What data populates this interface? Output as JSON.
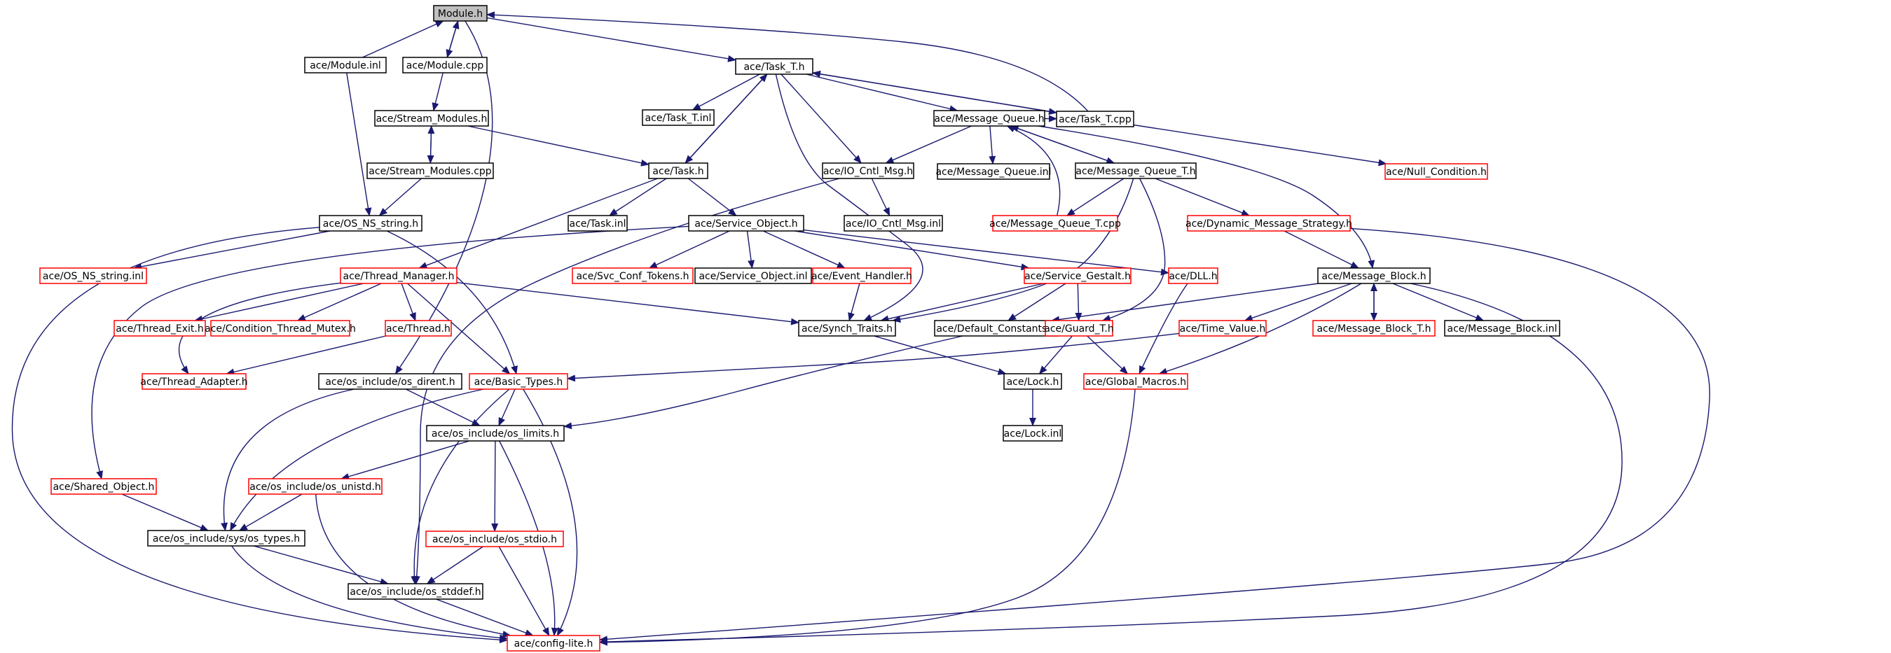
{
  "diagram": {
    "colors": {
      "edge": "#191970",
      "node_border_normal": "#000000",
      "node_border_linked": "#ff0000",
      "root_fill": "#bfbfbf"
    },
    "nodes": [
      {
        "id": "module_h",
        "label": "Module.h",
        "style": "root"
      },
      {
        "id": "module_inl",
        "label": "ace/Module.inl",
        "style": "black"
      },
      {
        "id": "module_cpp",
        "label": "ace/Module.cpp",
        "style": "black"
      },
      {
        "id": "task_t_h",
        "label": "ace/Task_T.h",
        "style": "black"
      },
      {
        "id": "stream_modules_h",
        "label": "ace/Stream_Modules.h",
        "style": "black"
      },
      {
        "id": "task_t_inl",
        "label": "ace/Task_T.inl",
        "style": "black"
      },
      {
        "id": "message_queue_h",
        "label": "ace/Message_Queue.h",
        "style": "black"
      },
      {
        "id": "task_t_cpp",
        "label": "ace/Task_T.cpp",
        "style": "black"
      },
      {
        "id": "stream_modules_cpp",
        "label": "ace/Stream_Modules.cpp",
        "style": "black"
      },
      {
        "id": "task_h",
        "label": "ace/Task.h",
        "style": "black"
      },
      {
        "id": "io_cntl_msg_h",
        "label": "ace/IO_Cntl_Msg.h",
        "style": "black"
      },
      {
        "id": "message_queue_inl",
        "label": "ace/Message_Queue.inl",
        "style": "black"
      },
      {
        "id": "message_queue_t_h",
        "label": "ace/Message_Queue_T.h",
        "style": "black"
      },
      {
        "id": "null_condition_h",
        "label": "ace/Null_Condition.h",
        "style": "red"
      },
      {
        "id": "os_ns_string_h",
        "label": "ace/OS_NS_string.h",
        "style": "black"
      },
      {
        "id": "task_inl",
        "label": "ace/Task.inl",
        "style": "black"
      },
      {
        "id": "service_object_h",
        "label": "ace/Service_Object.h",
        "style": "black"
      },
      {
        "id": "io_cntl_msg_inl",
        "label": "ace/IO_Cntl_Msg.inl",
        "style": "black"
      },
      {
        "id": "message_queue_t_cpp",
        "label": "ace/Message_Queue_T.cpp",
        "style": "red"
      },
      {
        "id": "dynamic_message_strategy_h",
        "label": "ace/Dynamic_Message_Strategy.h",
        "style": "red"
      },
      {
        "id": "os_ns_string_inl",
        "label": "ace/OS_NS_string.inl",
        "style": "red"
      },
      {
        "id": "thread_manager_h",
        "label": "ace/Thread_Manager.h",
        "style": "red"
      },
      {
        "id": "svc_conf_tokens_h",
        "label": "ace/Svc_Conf_Tokens.h",
        "style": "red"
      },
      {
        "id": "service_object_inl",
        "label": "ace/Service_Object.inl",
        "style": "black"
      },
      {
        "id": "event_handler_h",
        "label": "ace/Event_Handler.h",
        "style": "red"
      },
      {
        "id": "service_gestalt_h",
        "label": "ace/Service_Gestalt.h",
        "style": "red"
      },
      {
        "id": "dll_h",
        "label": "ace/DLL.h",
        "style": "red"
      },
      {
        "id": "message_block_h",
        "label": "ace/Message_Block.h",
        "style": "black"
      },
      {
        "id": "thread_exit_h",
        "label": "ace/Thread_Exit.h",
        "style": "red"
      },
      {
        "id": "condition_thread_mutex_h",
        "label": "ace/Condition_Thread_Mutex.h",
        "style": "red"
      },
      {
        "id": "thread_h",
        "label": "ace/Thread.h",
        "style": "red"
      },
      {
        "id": "synch_traits_h",
        "label": "ace/Synch_Traits.h",
        "style": "black"
      },
      {
        "id": "default_constants_h",
        "label": "ace/Default_Constants.h",
        "style": "black"
      },
      {
        "id": "guard_t_h",
        "label": "ace/Guard_T.h",
        "style": "red"
      },
      {
        "id": "time_value_h",
        "label": "ace/Time_Value.h",
        "style": "red"
      },
      {
        "id": "message_block_t_h",
        "label": "ace/Message_Block_T.h",
        "style": "red"
      },
      {
        "id": "message_block_inl",
        "label": "ace/Message_Block.inl",
        "style": "black"
      },
      {
        "id": "thread_adapter_h",
        "label": "ace/Thread_Adapter.h",
        "style": "red"
      },
      {
        "id": "os_dirent_h",
        "label": "ace/os_include/os_dirent.h",
        "style": "black"
      },
      {
        "id": "basic_types_h",
        "label": "ace/Basic_Types.h",
        "style": "red"
      },
      {
        "id": "lock_h",
        "label": "ace/Lock.h",
        "style": "black"
      },
      {
        "id": "global_macros_h",
        "label": "ace/Global_Macros.h",
        "style": "red"
      },
      {
        "id": "os_limits_h",
        "label": "ace/os_include/os_limits.h",
        "style": "black"
      },
      {
        "id": "lock_inl",
        "label": "ace/Lock.inl",
        "style": "black"
      },
      {
        "id": "shared_object_h",
        "label": "ace/Shared_Object.h",
        "style": "red"
      },
      {
        "id": "os_unistd_h",
        "label": "ace/os_include/os_unistd.h",
        "style": "red"
      },
      {
        "id": "sys_os_types_h",
        "label": "ace/os_include/sys/os_types.h",
        "style": "black"
      },
      {
        "id": "os_stdio_h",
        "label": "ace/os_include/os_stdio.h",
        "style": "red"
      },
      {
        "id": "os_stddef_h",
        "label": "ace/os_include/os_stddef.h",
        "style": "black"
      },
      {
        "id": "config_lite_h",
        "label": "ace/config-lite.h",
        "style": "red"
      }
    ]
  }
}
